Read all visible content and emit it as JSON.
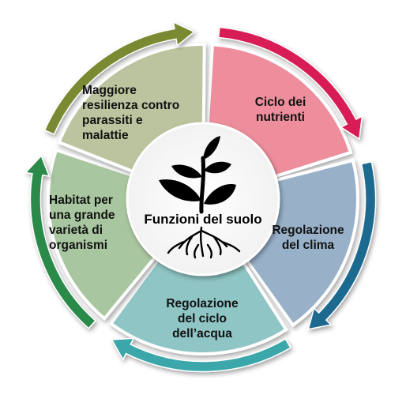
{
  "diagram": {
    "center": {
      "title": "Funzioni del suolo",
      "icon": "plant-with-roots-icon"
    },
    "segments": [
      {
        "id": "nutrienti",
        "label": "Ciclo dei\nnutrienti",
        "fill": "#ee8e9c",
        "arrow_color": "#d81f57"
      },
      {
        "id": "clima",
        "label": "Regolazione\ndel clima",
        "fill": "#98b1c9",
        "arrow_color": "#1f6b8f"
      },
      {
        "id": "acqua",
        "label": "Regolazione\ndel ciclo\ndell’acqua",
        "fill": "#8fc5c5",
        "arrow_color": "#3aa7aa"
      },
      {
        "id": "habitat",
        "label": "Habitat per\nuna grande\nvarietà di\norganismi",
        "fill": "#a8c69f",
        "arrow_color": "#2c8a48"
      },
      {
        "id": "resilienza",
        "label": "Maggiore\nresilienza contro\nparassiti e\nmalattie",
        "fill": "#bcc49f",
        "arrow_color": "#7a8a32"
      }
    ]
  }
}
